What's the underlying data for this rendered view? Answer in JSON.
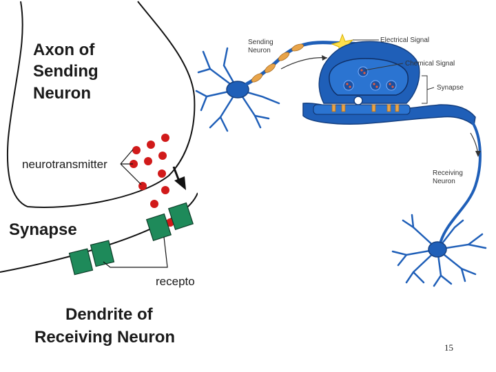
{
  "left_diagram": {
    "axon_title_lines": [
      "Axon of",
      "Sending",
      "Neuron"
    ],
    "neurotransmitter_label": "neurotransmitter",
    "synapse_label": "Synapse",
    "receptor_label": "recepto",
    "dendrite_title_lines": [
      "Dendrite of",
      "Receiving Neuron"
    ],
    "colors": {
      "vesicle": "#d11a1a",
      "receptor": "#1e8a5a",
      "line": "#111111"
    }
  },
  "right_diagram": {
    "sending_neuron_lines": [
      "Sending",
      "Neuron"
    ],
    "electrical_signal": "Electrical Signal",
    "chemical_signal": "Chemical Signal",
    "synapse": "Synapse",
    "receiving_neuron_lines": [
      "Receiving",
      "Neuron"
    ],
    "colors": {
      "neuron": "#1f5fb8",
      "neuron_dark": "#143f80",
      "myelin": "#e8a44a",
      "spark": "#ffe14d"
    }
  },
  "page_number": "15"
}
